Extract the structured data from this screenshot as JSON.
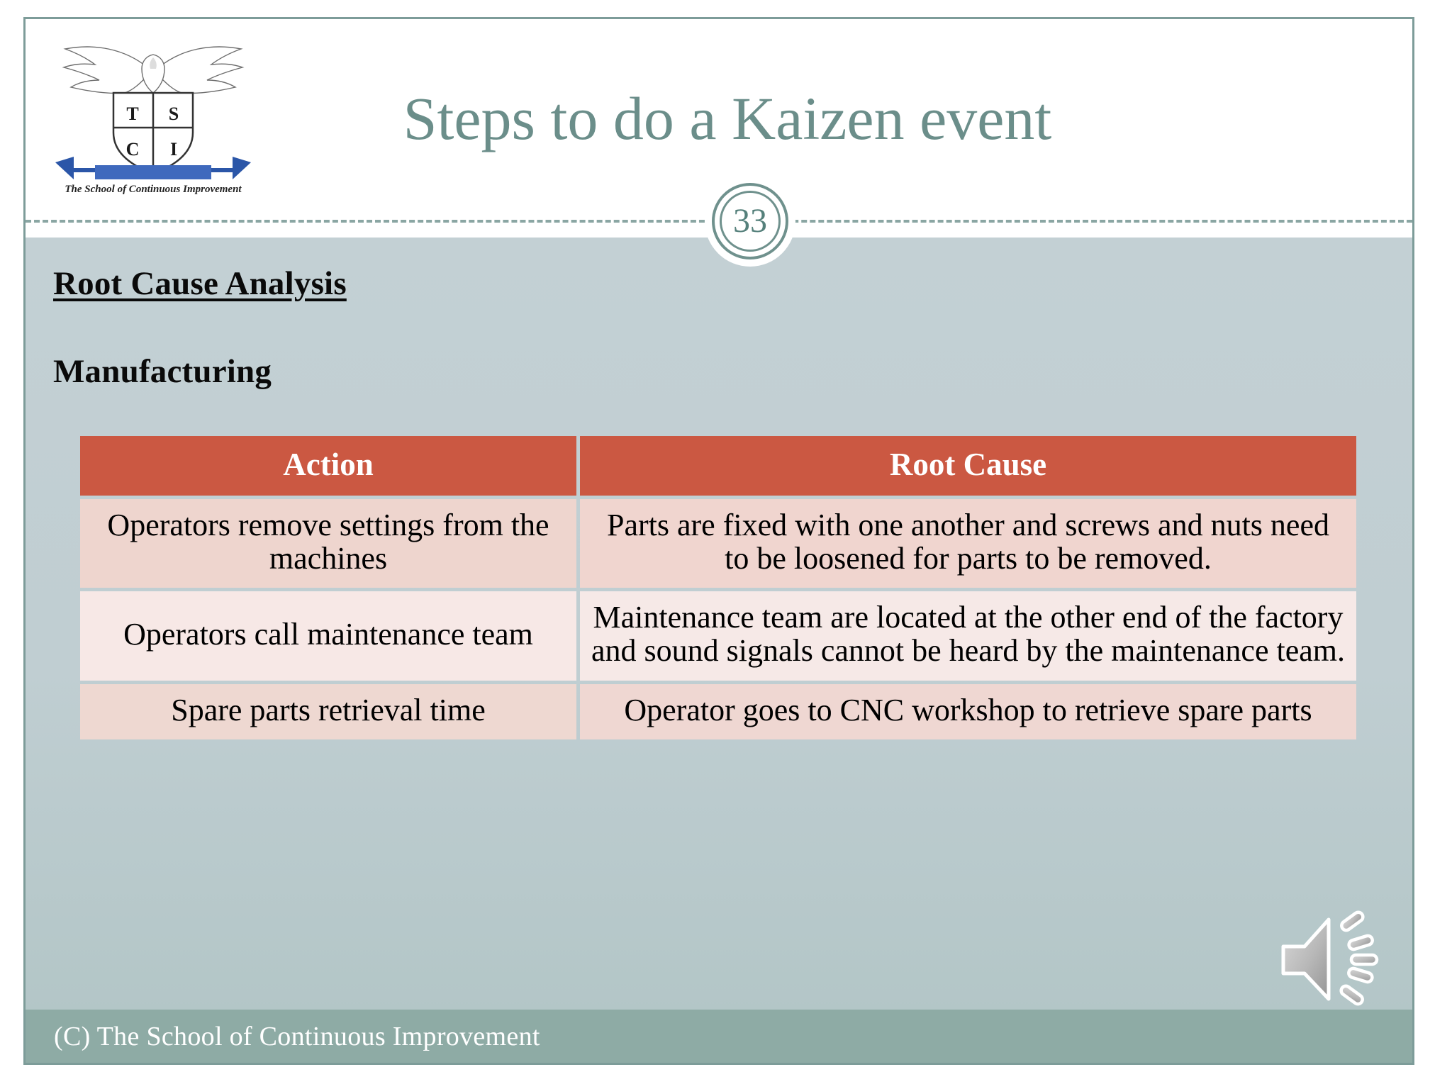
{
  "slide": {
    "title": "Steps to do a Kaizen event",
    "page_number": "33",
    "logo_caption": "The School of Continuous Improvement",
    "logo_letters": [
      "T",
      "S",
      "C",
      "I"
    ]
  },
  "body": {
    "heading": "Root Cause Analysis",
    "subheading": "Manufacturing"
  },
  "table": {
    "headers": [
      "Action",
      "Root Cause"
    ],
    "rows": [
      {
        "action": "Operators remove settings from the machines",
        "root_cause": "Parts are fixed with one another and screws and nuts need to be loosened for parts to be removed."
      },
      {
        "action": "Operators call maintenance team",
        "root_cause": "Maintenance team are located at the other end of the factory and sound signals cannot be heard by the maintenance team."
      },
      {
        "action": "Spare parts retrieval time",
        "root_cause": "Operator goes to CNC workshop to retrieve spare parts"
      }
    ]
  },
  "footer": {
    "copyright": "(C) The School of Continuous Improvement"
  },
  "icons": {
    "speaker": "speaker-icon"
  },
  "colors": {
    "title_text": "#6b8e8a",
    "table_header_bg": "#cb5842",
    "row_shade_dark": "#eed5ce",
    "row_shade_light": "#f7e8e6",
    "body_bg_top": "#c3d0d4",
    "body_bg_bottom": "#b3c6c7",
    "footer_bg": "#8eaba5",
    "slide_border": "#7d9c99",
    "badge_ring": "#6f918d"
  }
}
